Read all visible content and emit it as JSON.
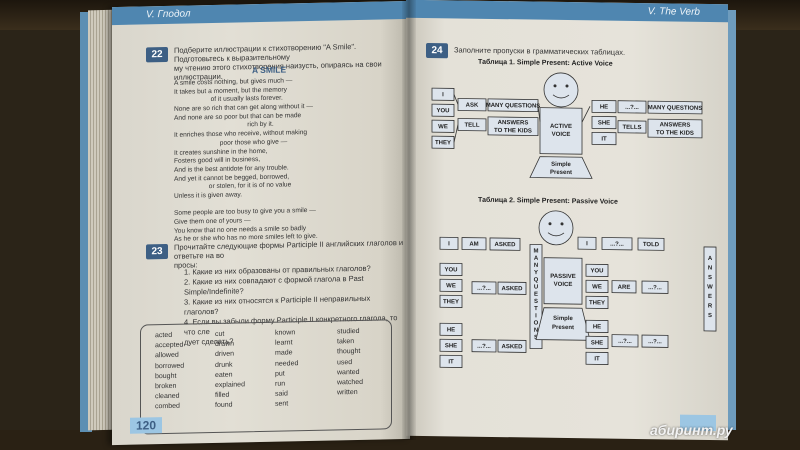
{
  "left_page": {
    "header": "V. Гподол",
    "number": "120",
    "ex22": {
      "num": "22",
      "instruction": [
        "Подберите иллюстрации к стихотворению \"A Smile\". Подготовьтесь к выразительному",
        "му чтению этого стихотворения наизусть, опираясь на свои иллюстрации."
      ],
      "title": "A SMILE",
      "poem": [
        "A smile costs nothing, but gives much —",
        "It takes but a moment, but the memory",
        "                    of it usually lasts forever.",
        "None are so rich that can get along without it —",
        "And none are so poor but that can be made",
        "                                        rich by it.",
        "It enriches those who receive, without making",
        "                         poor those who give —",
        "It creates sunshine in the home,",
        "Fosters good will in business,",
        "And is the best antidote for any trouble.",
        "And yet it cannot be begged, borrowed,",
        "                   or stolen, for it is of no value",
        "Unless it is given away.",
        "",
        "Some people are too busy to give you a smile —",
        "Give them one of yours —",
        "You know that no one needs a smile so badly",
        "As he or she who has no more smiles left to give."
      ]
    },
    "ex23": {
      "num": "23",
      "instruction": [
        "Прочитайте следующие формы Participle II английских глаголов и ответьте на во",
        "просы:"
      ],
      "questions": [
        "1. Какие из них образованы от правильных глаголов?",
        "2. Какие из них совпадают с формой глагола в Past Simple/Indefinite?",
        "3. Какие из них относятся к Participle II неправильных глаголов?",
        "4. Если вы забыли форму Participle II конкретного глагола, то что сле",
        "    дует сделать?"
      ],
      "words": [
        [
          "acted",
          "accepted",
          "allowed",
          "borrowed",
          "bought",
          "broken",
          "cleaned",
          "combed"
        ],
        [
          "cut",
          "drawn",
          "driven",
          "drunk",
          "eaten",
          "explained",
          "filled",
          "found"
        ],
        [
          "known",
          "learnt",
          "made",
          "needed",
          "put",
          "run",
          "said",
          "sent"
        ],
        [
          "studied",
          "taken",
          "thought",
          "used",
          "wanted",
          "watched",
          "written"
        ]
      ]
    }
  },
  "right_page": {
    "header": "V. The Verb",
    "ex24": {
      "num": "24",
      "instruction": "Заполните пропуски в грамматических таблицах."
    },
    "table1": {
      "title": "Таблица 1.  Simple Present: Active Voice",
      "pronouns_left": [
        "I",
        "YOU",
        "WE",
        "THEY"
      ],
      "verbs": [
        "ASK",
        "TELL"
      ],
      "objects": [
        "MANY QUESTIONS",
        "ANSWERS TO THE KIDS"
      ],
      "center": "ACTIVE VOICE",
      "pronouns_right": [
        "HE",
        "SHE",
        "IT"
      ],
      "gap": "...?...",
      "verb_right": "TELLS",
      "objects_right": [
        "MANY QUESTIONS",
        "ANSWERS TO THE KIDS"
      ],
      "base": "Simple Present"
    },
    "table2": {
      "title": "Таблица 2.  Simple Present: Passive Voice",
      "top_row": [
        "I",
        "AM",
        "ASKED"
      ],
      "top_right": [
        "I",
        "...?...",
        "TOLD"
      ],
      "vertical_left": "MANY QUESTIONS",
      "vertical_right": "ANSWERS",
      "center": "PASSIVE VOICE",
      "group_left1": [
        "YOU",
        "WE",
        "THEY"
      ],
      "group_left2": [
        "HE",
        "SHE",
        "IT"
      ],
      "gap": "...?...",
      "asked": "ASKED",
      "group_right1": [
        "YOU",
        "WE",
        "THEY"
      ],
      "group_right2": [
        "HE",
        "SHE",
        "IT"
      ],
      "are": "ARE",
      "base": "Simple Present"
    }
  },
  "watermark": "абиринт.ру"
}
